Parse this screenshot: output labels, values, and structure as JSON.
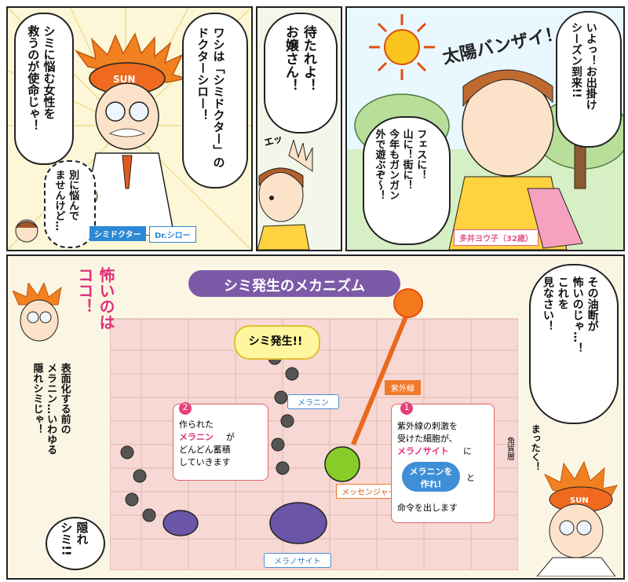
{
  "panel1": {
    "speech_main": "ワシは「シミドクター」の\nドクターシロー！",
    "speech_mission": "シミに悩む女性を\n救うのが使命じゃ！",
    "speech_reply": "別に悩んで\nませんけど…",
    "name_tag_left": "シミドクター",
    "name_tag_right": "Dr.シロー",
    "hat_text": "SUN"
  },
  "panel2": {
    "speech": "待たれよ！\nお嬢さん！",
    "sfx": "エッ"
  },
  "panel3": {
    "sfx_title": "太陽バンザイ！",
    "speech_season": "いよっ！お出掛け\nシーズン到来!!",
    "speech_fes": "フェスに！\n山に！街に！\n今年もガンガン\n外で遊ぶぞ〜！",
    "name_tag": "多井ヨウ子（32歳）"
  },
  "panel4": {
    "title": "シミ発生のメカニズム",
    "shout_title": "シミ発生!!",
    "scary_left": "怖いのは\nココ！",
    "explain_left": "表面化する前の\nメラニン…いわゆる\n隠れシミじゃ！",
    "hidden_shout": "隠れ\nシミ!!",
    "label_melanin": "メラニン",
    "label_uv": "紫外線",
    "label_messenger": "メッセンジャー",
    "label_stratum": "角質層",
    "label_melanocyte": "メラノサイト",
    "step1_num": "1",
    "step1_text_a": "紫外線の刺激を",
    "step1_text_b": "受けた細胞が、",
    "step1_text_c": "メラノサイト",
    "step1_text_d": "に",
    "step1_order": "メラニンを\n作れ!",
    "step1_text_e": "と",
    "step1_text_f": "命令を出します",
    "step2_num": "2",
    "step2_text_a": "作られた",
    "step2_text_b": "メラニン",
    "step2_text_c": "が",
    "step2_text_d": "どんどん蓄積",
    "step2_text_e": "していきます",
    "speech_right": "その油断が\n怖いのじゃ…！\nこれを\n見なさい！",
    "speech_sigh": "まったく！",
    "hat_text": "SUN"
  }
}
